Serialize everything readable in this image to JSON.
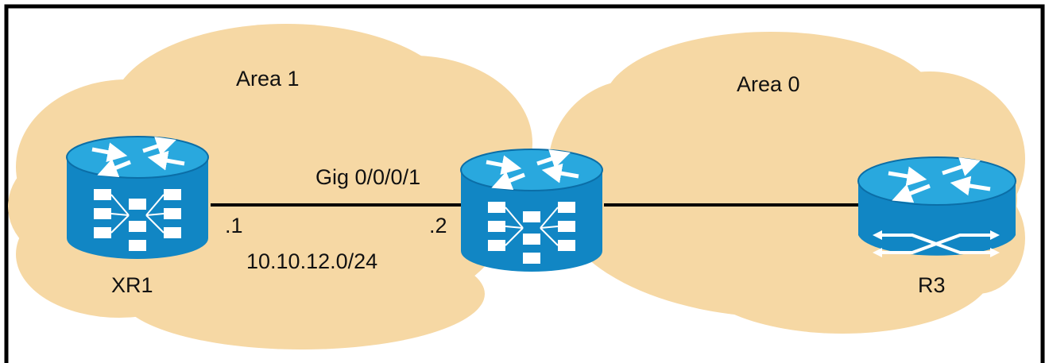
{
  "areas": {
    "area1": {
      "label": "Area 1"
    },
    "area0": {
      "label": "Area 0"
    }
  },
  "routers": {
    "xr1": {
      "label": "XR1",
      "kind": "switching-router"
    },
    "r2": {
      "label": "",
      "kind": "switching-router"
    },
    "r3": {
      "label": "R3",
      "kind": "router"
    }
  },
  "link_xr1_r2": {
    "interface": "Gig 0/0/0/1",
    "subnet": "10.10.12.0/24",
    "xr1_host": ".1",
    "r2_host": ".2"
  },
  "colors": {
    "cloud_fill": "#f6d8a4",
    "frame": "#000000",
    "router_top": "#29a8de",
    "router_side": "#1186c4",
    "router_rim": "#0b6ea7",
    "link": "#000000"
  },
  "icons": {
    "router": "router-icon",
    "switching_router": "switching-router-icon"
  }
}
